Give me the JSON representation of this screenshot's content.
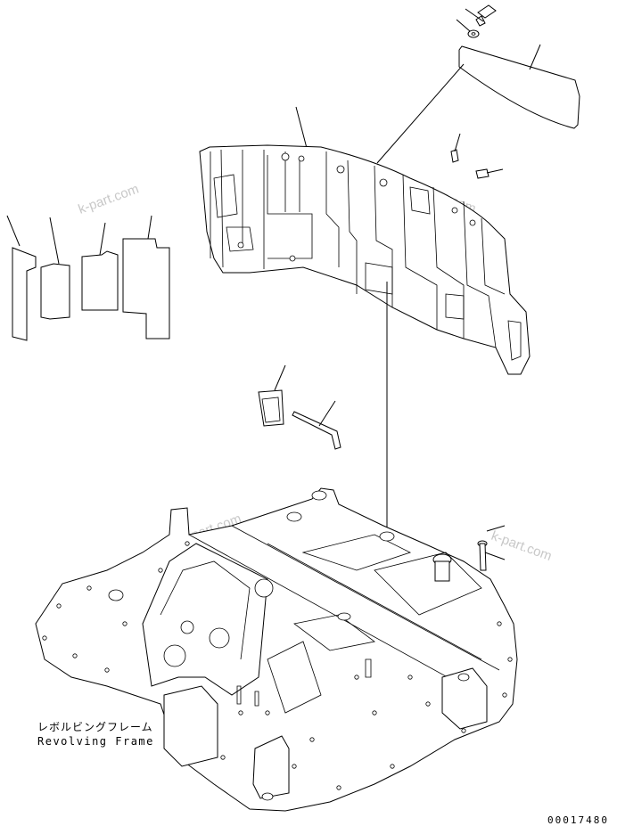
{
  "diagram": {
    "label_japanese": "レボルビングフレーム",
    "label_english": "Revolving Frame",
    "catalog_number": "00017480",
    "watermark": "k-part.com"
  }
}
